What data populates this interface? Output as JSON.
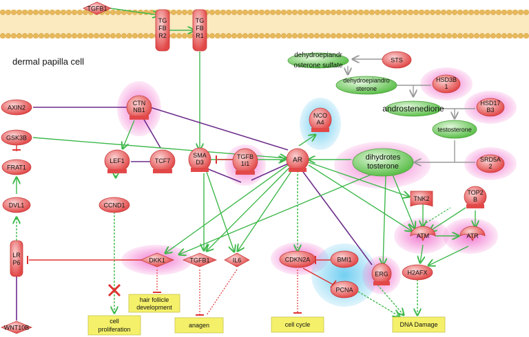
{
  "cell_label": "dermal papilla cell",
  "colors": {
    "membrane": "#e8c87a",
    "node": "#e85a5a",
    "node_light": "#f7b0b0",
    "halo_pink": "#f06acb",
    "halo_blue": "#63c9f0",
    "steroid": "#6ccf5a",
    "activation": "#3db84a",
    "inhibition": "#e03030",
    "binding": "#6a2b8a",
    "outcome": "#f4f06a"
  },
  "nodes": {
    "tgfb1_top": "TGFB1",
    "tgfbr2": [
      "TG",
      "FB",
      "R2"
    ],
    "tgfbr1": [
      "TG",
      "FB",
      "R1"
    ],
    "axin2": "AXIN2",
    "gsk3b": "GSK3B",
    "frat1": "FRAT1",
    "dvl1": "DVL1",
    "lrp6": [
      "LR",
      "P6"
    ],
    "wnt10b": "WNT10B",
    "ctnnb1": [
      "CTN",
      "NB1"
    ],
    "lef1": "LEF1",
    "tcf7": "TCF7",
    "ccnd1": "CCND1",
    "smad3": [
      "SMA",
      "D3"
    ],
    "tgfb1i1": [
      "TGFB",
      "1I1"
    ],
    "ar": "AR",
    "ncoa4": [
      "NCO",
      "A4"
    ],
    "dhea": [
      "dehydroepiandr",
      "osterone sulfate"
    ],
    "sts": "STS",
    "dhea2": [
      "dehydroepiandro",
      "sterone"
    ],
    "hsd3b1": [
      "HSD3B",
      "1"
    ],
    "androstenedione": "androstenedione",
    "hsd17b3": [
      "HSD17",
      "B3"
    ],
    "testosterone": "testosterone",
    "srd5a2": [
      "SRD5A",
      "2"
    ],
    "dht": [
      "dihydrotes",
      "tosterone"
    ],
    "tnk2": "TNK2",
    "top2b": [
      "TOP2",
      "B"
    ],
    "atm": "ATM",
    "atr": "ATR",
    "dkk1": "DKK1",
    "tgfb1_mid": "TGFB1",
    "il6": "IL6",
    "cdkn2a": "CDKN2A",
    "bmi1": "BMI1",
    "pcna": "PCNA",
    "erg": "ERG",
    "h2afx": "H2AFX"
  },
  "outcomes": {
    "cell_proliferation": [
      "cell",
      "proliferation"
    ],
    "hair_follicle": [
      "hair follicle",
      "development"
    ],
    "anagen": "anagen",
    "cell_cycle": "cell cycle",
    "dna_damage": "DNA Damage"
  }
}
